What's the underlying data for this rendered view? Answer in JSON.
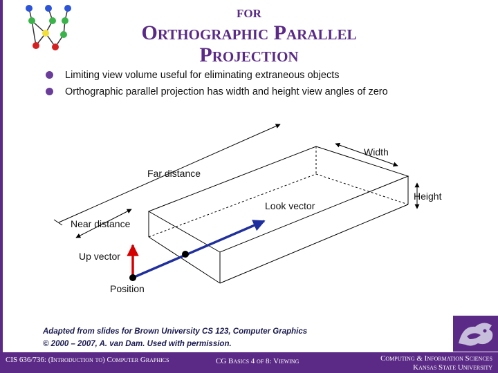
{
  "title": {
    "line1": "for",
    "line2": "Orthographic Parallel",
    "line3": "Projection"
  },
  "bullets": [
    "Limiting view volume useful for eliminating extraneous objects",
    "Orthographic parallel projection has width and height view angles of zero"
  ],
  "diagram_labels": {
    "width": "Width",
    "far_distance": "Far distance",
    "height": "Height",
    "look_vector": "Look vector",
    "near_distance": "Near distance",
    "up_vector": "Up vector",
    "position": "Position"
  },
  "credits": {
    "line1": "Adapted from slides for Brown University CS 123, Computer Graphics",
    "line2": "© 2000 – 2007, A. van Dam. Used with permission."
  },
  "footer": {
    "course": "CIS 636/736: (Introduction to) Computer Graphics",
    "lecture": "CG Basics 4 of 8: Viewing",
    "dept": "Computing & Information Sciences",
    "university": "Kansas State University"
  },
  "colors": {
    "brand_purple": "#5b2a86",
    "look_vector": "#1f2f9e",
    "up_vector": "#d40000"
  }
}
